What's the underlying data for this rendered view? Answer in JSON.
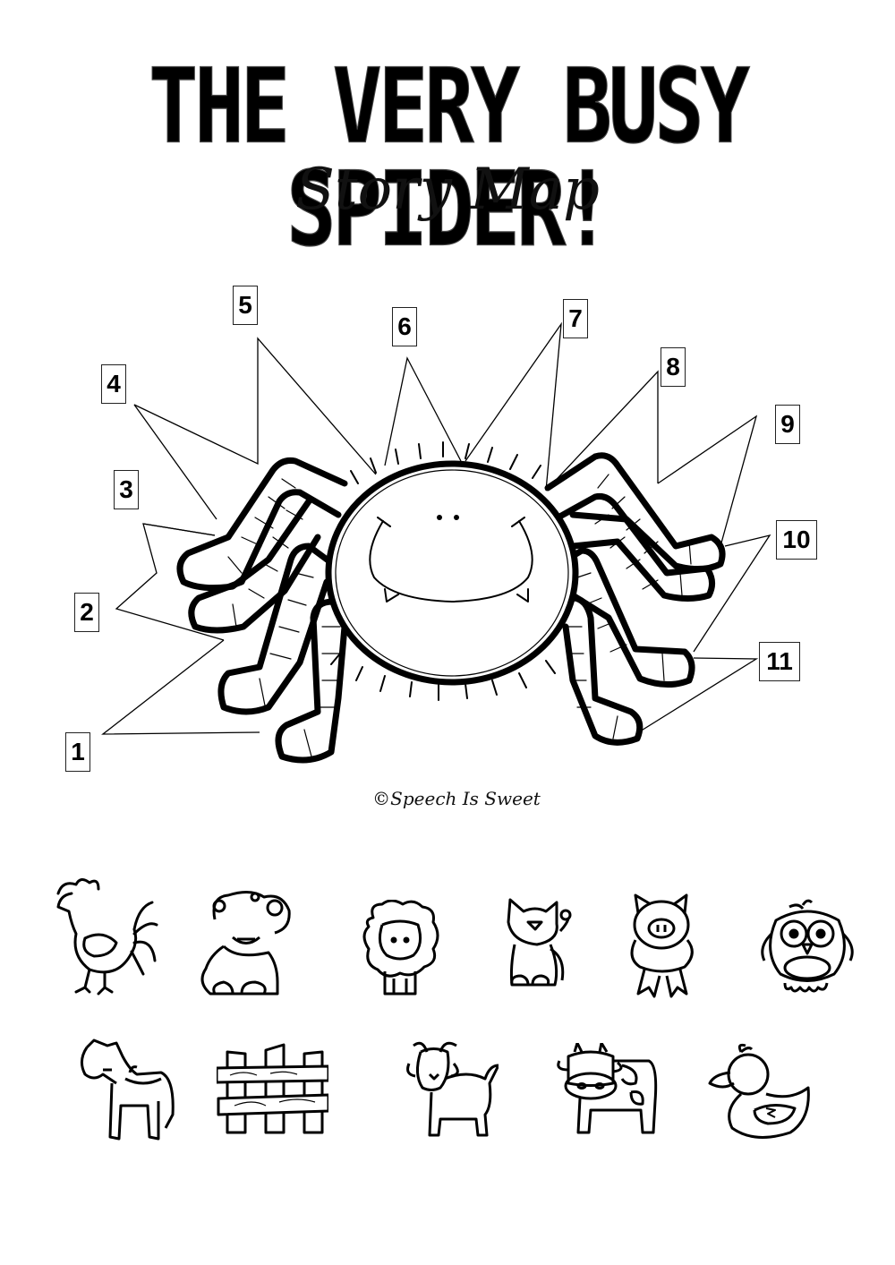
{
  "header": {
    "title": "THE VERY BUSY SPIDER!",
    "subtitle": "Story Map"
  },
  "story_map": {
    "labels": [
      {
        "number": "1",
        "target": "leg-front-left"
      },
      {
        "number": "2",
        "target": "leg-mid-left-lower"
      },
      {
        "number": "3",
        "target": "leg-mid-left-upper"
      },
      {
        "number": "4",
        "target": "leg-back-left"
      },
      {
        "number": "5",
        "target": "body-top-left"
      },
      {
        "number": "6",
        "target": "body-top"
      },
      {
        "number": "7",
        "target": "body-top-right"
      },
      {
        "number": "8",
        "target": "leg-back-right"
      },
      {
        "number": "9",
        "target": "leg-mid-right-upper"
      },
      {
        "number": "10",
        "target": "leg-mid-right-lower"
      },
      {
        "number": "11",
        "target": "leg-front-right"
      }
    ]
  },
  "credit": "©Speech Is Sweet",
  "animals": {
    "row1": [
      "rooster",
      "dog",
      "sheep",
      "cat",
      "pig",
      "owl"
    ],
    "row2": [
      "horse",
      "fence",
      "goat",
      "cow",
      "duck"
    ]
  },
  "colors": {
    "ink": "#000000",
    "background": "#ffffff"
  }
}
